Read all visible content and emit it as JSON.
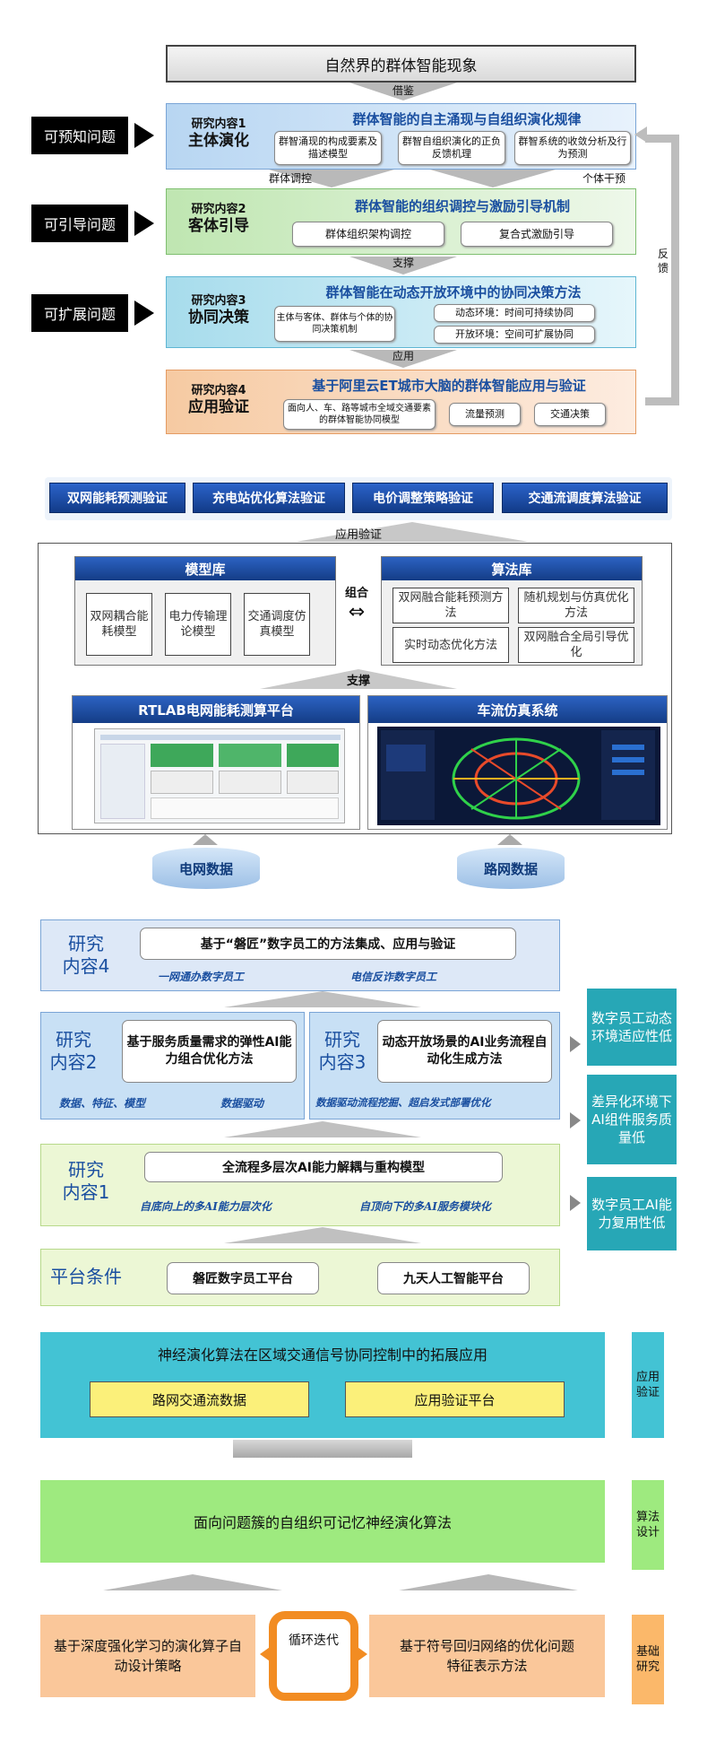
{
  "panel1": {
    "top_title": "自然界的群体智能现象",
    "borrow": "借鉴",
    "questions": [
      "可预知问题",
      "可引导问题",
      "可扩展问题"
    ],
    "r1": {
      "tag1": "研究内容1",
      "tag2": "主体演化",
      "title": "群体智能的自主涌现与自组织演化规律",
      "boxes": [
        "群智涌现的构成要素及描述模型",
        "群智自组织演化的正负反馈机理",
        "群智系统的收敛分析及行为预测"
      ]
    },
    "left_conn": "群体调控",
    "right_conn": "个体干预",
    "r2": {
      "tag1": "研究内容2",
      "tag2": "客体引导",
      "title": "群体智能的组织调控与激励引导机制",
      "boxes": [
        "群体组织架构调控",
        "复合式激励引导"
      ]
    },
    "support": "支撑",
    "r3": {
      "tag1": "研究内容3",
      "tag2": "协同决策",
      "title": "群体智能在动态开放环境中的协同决策方法",
      "boxes": [
        "主体与客体、群体与个体的协同决策机制",
        "动态环境：时间可持续协同",
        "开放环境：空间可扩展协同"
      ]
    },
    "apply": "应用",
    "r4": {
      "tag1": "研究内容4",
      "tag2": "应用验证",
      "title": "基于阿里云ET城市大脑的群体智能应用与验证",
      "boxes": [
        "面向人、车、路等城市全域交通要素的群体智能协同模型",
        "流量预测",
        "交通决策"
      ]
    },
    "feedback": "反馈"
  },
  "panel2": {
    "verifications": [
      "双网能耗预测验证",
      "充电站优化算法验证",
      "电价调整策略验证",
      "交通流调度算法验证"
    ],
    "app_verify": "应用验证",
    "model_lib": {
      "title": "模型库",
      "items": [
        "双网耦合能耗模型",
        "电力传输理论模型",
        "交通调度仿真模型"
      ]
    },
    "combine": "组合",
    "algo_lib": {
      "title": "算法库",
      "items": [
        "双网融合能耗预测方法",
        "随机规划与仿真优化方法",
        "实时动态优化方法",
        "双网融合全局引导优化"
      ]
    },
    "support": "支撑",
    "platform_left": "RTLAB电网能耗测算平台",
    "platform_right": "车流仿真系统",
    "db_left": "电网数据",
    "db_right": "路网数据"
  },
  "panel3": {
    "r4": {
      "label_a": "研究",
      "label_b": "内容4",
      "title": "基于“磐匠”数字员工的方法集成、应用与验证",
      "sub": [
        "一网通办数字员工",
        "电信反诈数字员工"
      ]
    },
    "r2": {
      "label_a": "研究",
      "label_b": "内容2",
      "title": "基于服务质量需求的弹性AI能力组合优化方法",
      "sub": [
        "数据、特征、模型",
        "数据驱动"
      ]
    },
    "r3": {
      "label_a": "研究",
      "label_b": "内容3",
      "title": "动态开放场景的AI业务流程自动化生成方法",
      "sub": [
        "数据驱动流程挖掘、超启发式部署优化"
      ]
    },
    "r1": {
      "label_a": "研究",
      "label_b": "内容1",
      "title": "全流程多层次AI能力解耦与重构模型",
      "sub": [
        "自底向上的多AI能力层次化",
        "自顶向下的多AI服务模块化"
      ]
    },
    "platform": {
      "label": "平台条件",
      "items": [
        "磐匠数字员工平台",
        "九天人工智能平台"
      ]
    },
    "issues": [
      "数字员工动态环境适应性低",
      "差异化环境下AI组件服务质量低",
      "数字员工AI能力复用性低"
    ]
  },
  "panel4": {
    "top_title": "神经演化算法在区域交通信号协同控制中的拓展应用",
    "top_items": [
      "路网交通流数据",
      "应用验证平台"
    ],
    "mid_title": "面向问题簇的自组织可记忆神经演化算法",
    "bottom_left": "基于深度强化学习的演化算子自动设计策略",
    "bottom_right": "基于符号回归网络的优化问题特征表示方法",
    "loop": "循环迭代",
    "side": [
      "应用验证",
      "算法设计",
      "基础研究"
    ],
    "side_colors": [
      "#43c3d4",
      "#9eea7f",
      "#fbb86a"
    ]
  },
  "colors": {
    "accent_blue": "#1a4fa0",
    "teal": "#27a7b6",
    "orange_loop": "#f28c22"
  }
}
